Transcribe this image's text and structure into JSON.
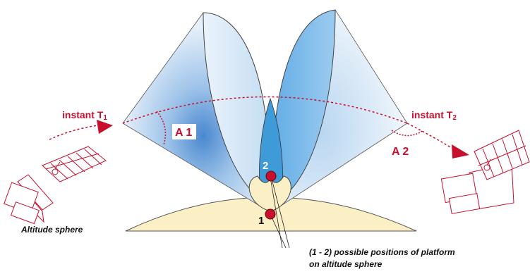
{
  "labels": {
    "instant_t1": "instant T",
    "instant_t1_sub": "1",
    "instant_t2": "instant T",
    "instant_t2_sub": "2",
    "angle_a1": "A 1",
    "angle_a2": "A 2",
    "point_1": "1",
    "point_2": "2",
    "altitude_sphere": "Altitude sphere",
    "positions_line1": "(1 - 2) possible positions of platform",
    "positions_line2": "on altitude sphere"
  },
  "colors": {
    "accent_red": "#c8102e",
    "sphere_fill": "#fbefc6",
    "cone_light": "#cfe3f5",
    "cone_mid": "#8fc1ea",
    "cone_dark": "#3f9ad8"
  },
  "icons": {
    "satellite_left": "satellite-icon",
    "satellite_right": "satellite-icon"
  }
}
